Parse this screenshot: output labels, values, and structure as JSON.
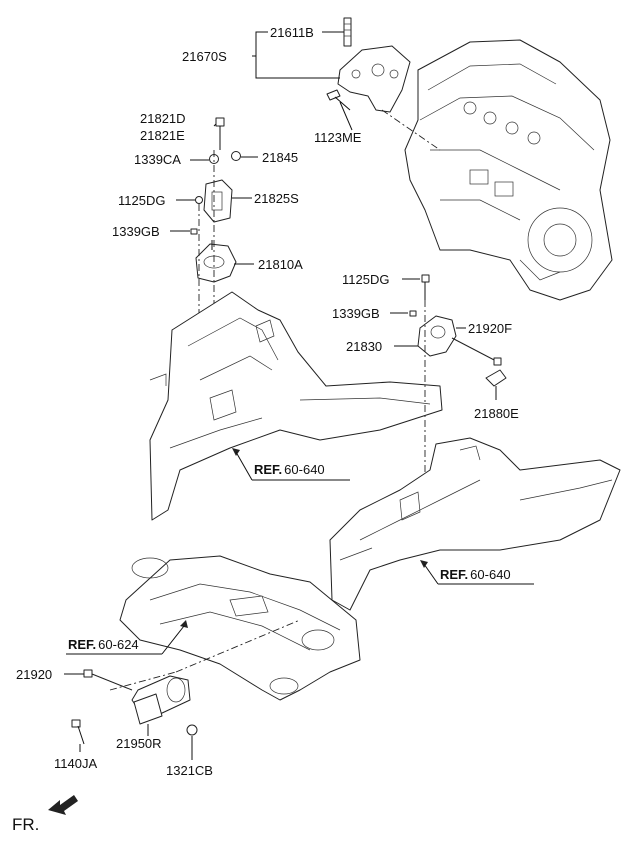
{
  "labels": {
    "p21611B": "21611B",
    "p21670S": "21670S",
    "p1123ME": "1123ME",
    "p21821D": "21821D",
    "p21821E": "21821E",
    "p1339CA": "1339CA",
    "p21845": "21845",
    "p1125DG_a": "1125DG",
    "p21825S": "21825S",
    "p1339GB_a": "1339GB",
    "p21810A": "21810A",
    "p1125DG_b": "1125DG",
    "p1339GB_b": "1339GB",
    "p21920F": "21920F",
    "p21830": "21830",
    "p21880E": "21880E",
    "p21920": "21920",
    "p1140JA": "1140JA",
    "p21950R": "21950R",
    "p1321CB": "1321CB"
  },
  "refs": {
    "ref_a_prefix": "REF.",
    "ref_a_num": "60-640",
    "ref_b_prefix": "REF.",
    "ref_b_num": "60-640",
    "ref_c_prefix": "REF.",
    "ref_c_num": "60-624"
  },
  "front_marker": "FR.",
  "icons": {
    "front_arrow": "arrow-left-down-icon"
  }
}
